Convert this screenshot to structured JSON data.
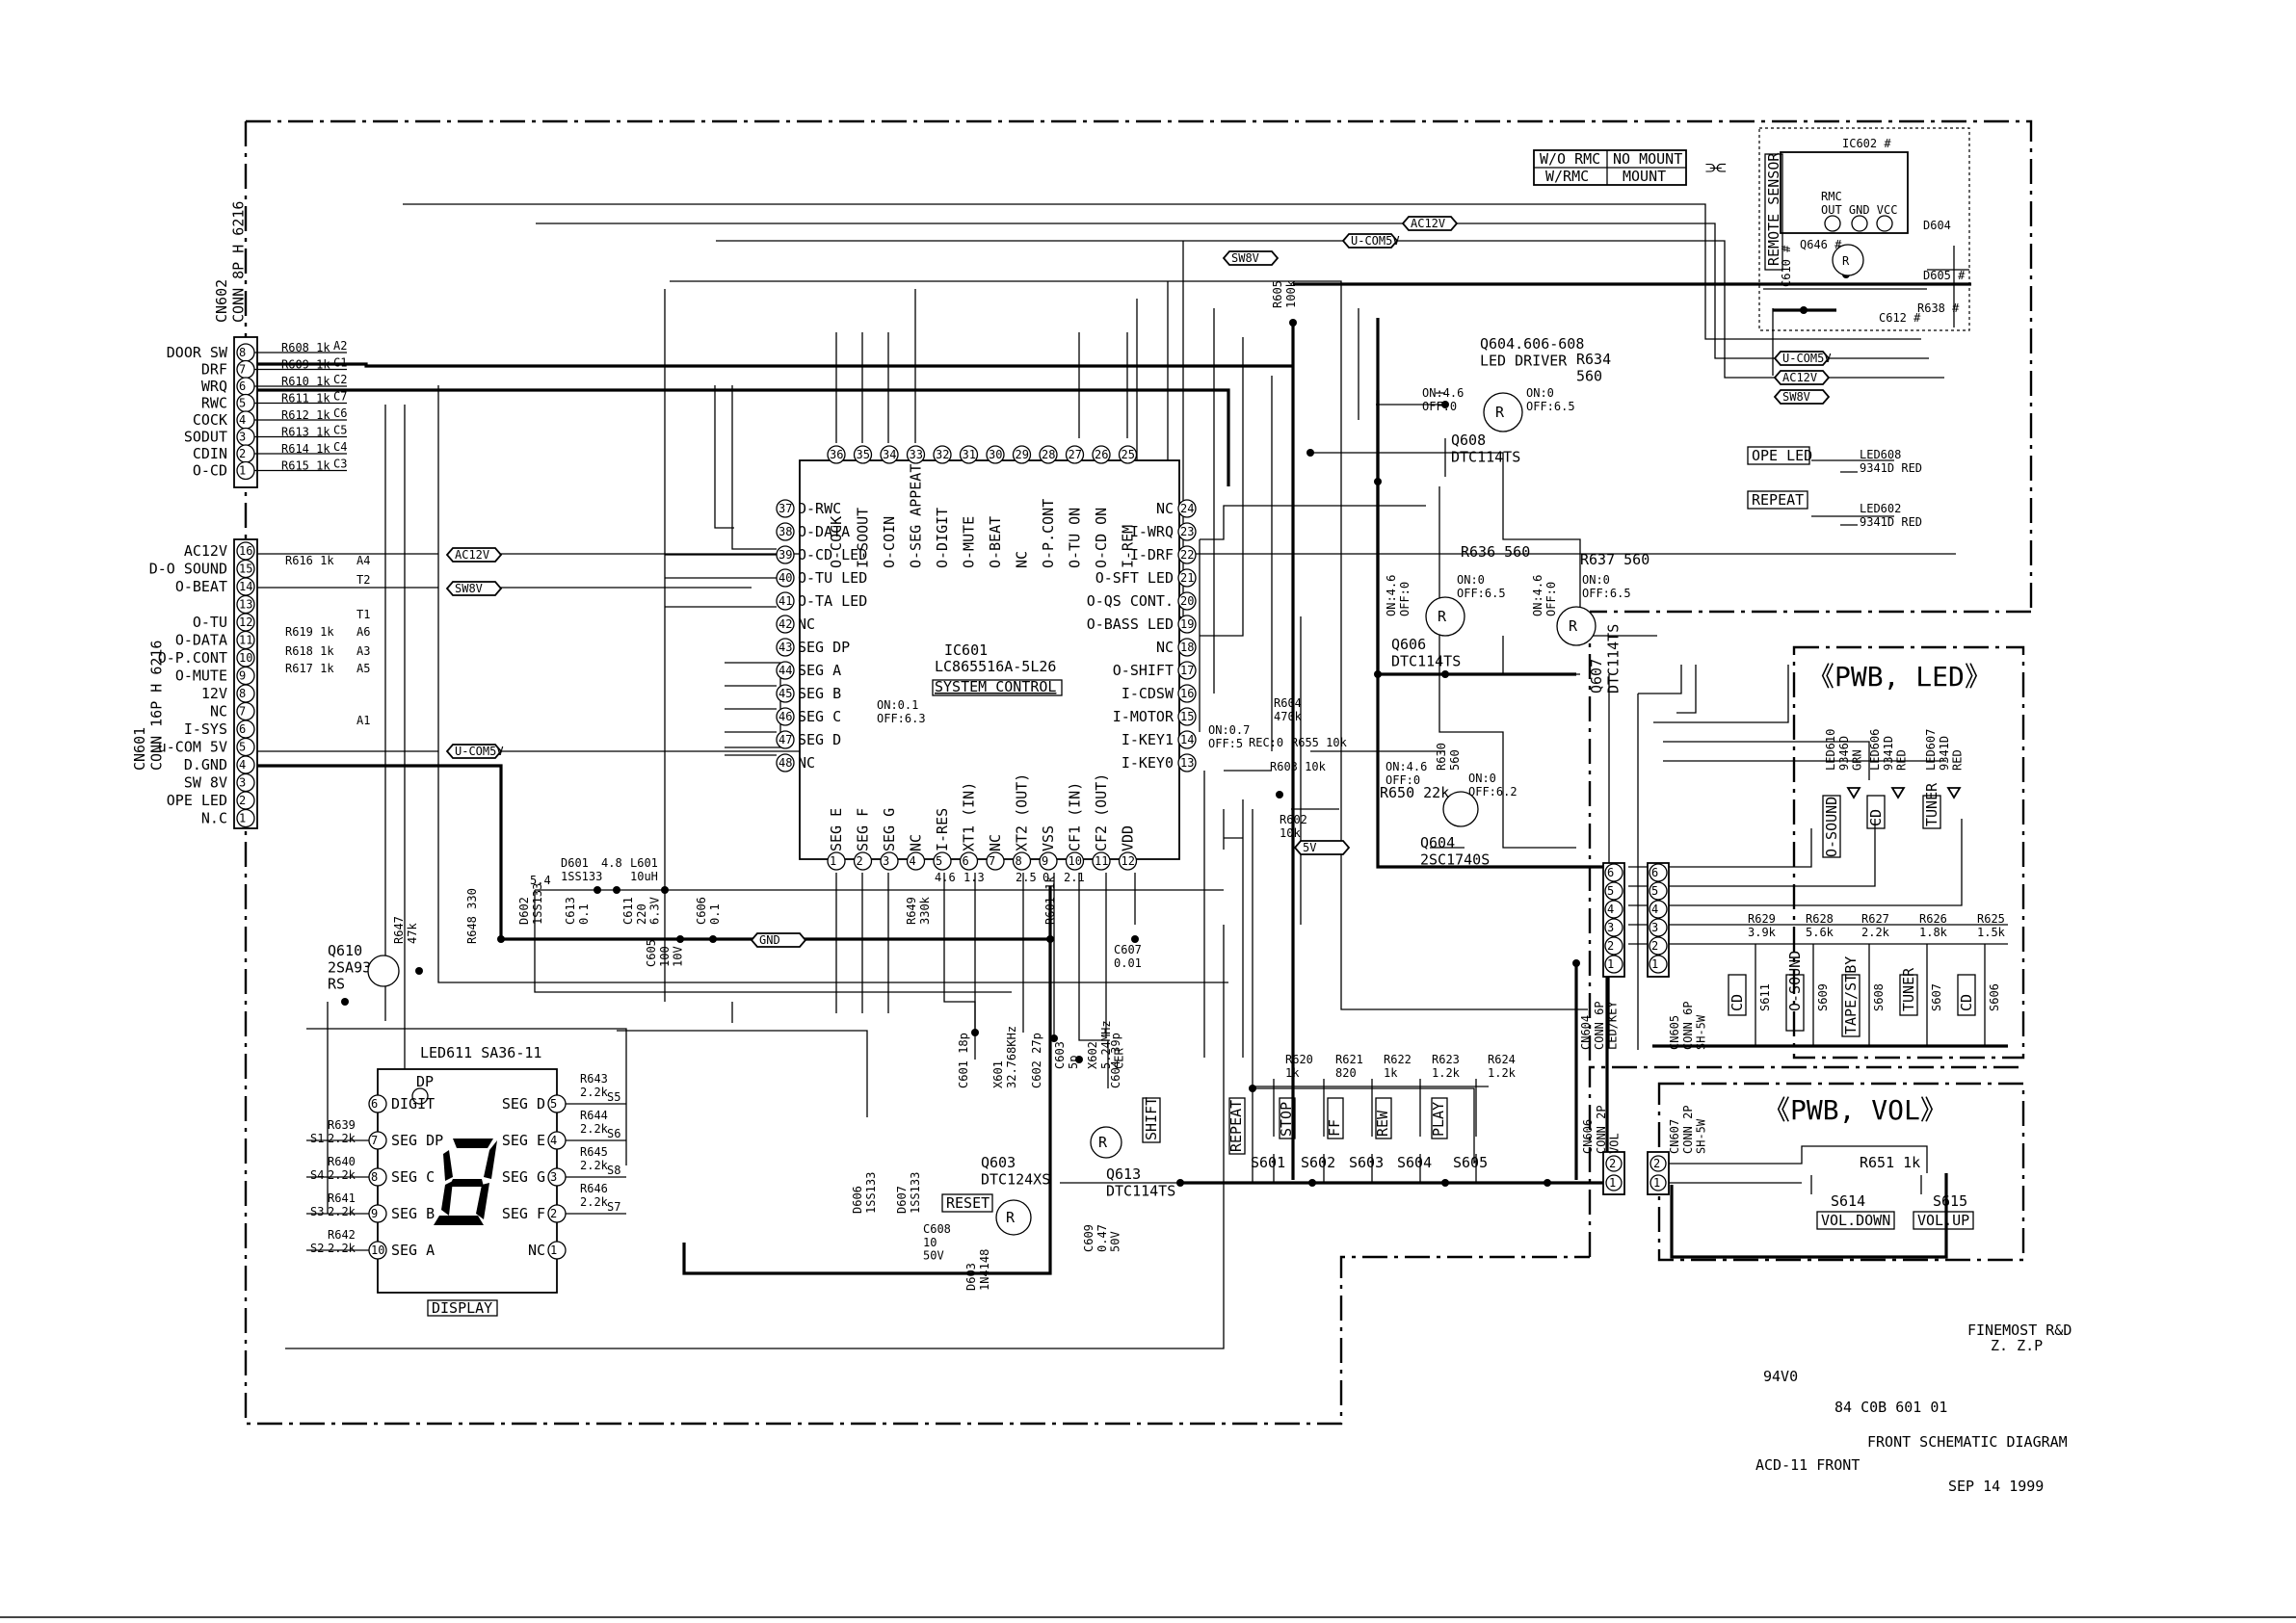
{
  "ic": {
    "ref": "IC601",
    "part": "LC865516A-5L26",
    "title": "SYSTEM CONTROL",
    "pins_left": [
      "D-RWC",
      "O-DATA",
      "O-CD LED",
      "O-TU LED",
      "O-TA LED",
      "NC",
      "SEG DP",
      "SEG A",
      "SEG B",
      "SEG C",
      "SEG D",
      "NC"
    ],
    "pins_left_nums": [
      "37",
      "38",
      "39",
      "40",
      "41",
      "42",
      "43",
      "44",
      "45",
      "46",
      "47",
      "48"
    ],
    "pins_top": [
      "O-COCK",
      "I-SOOUT",
      "O-COIN",
      "O-SEG APPEAT",
      "O-DIGIT",
      "O-MUTE",
      "O-BEAT",
      "NC",
      "O-P.CONT",
      "O-TU ON",
      "O-CD ON",
      "I-REM"
    ],
    "pins_top_nums": [
      "36",
      "35",
      "34",
      "33",
      "32",
      "31",
      "30",
      "29",
      "28",
      "27",
      "26",
      "25"
    ],
    "pins_right": [
      "NC",
      "I-WRQ",
      "I-DRF",
      "O-SFT LED",
      "O-QS CONT.",
      "O-BASS LED",
      "NC",
      "O-SHIFT",
      "I-CDSW",
      "I-MOTOR",
      "I-KEY1",
      "I-KEY0"
    ],
    "pins_right_nums": [
      "24",
      "23",
      "22",
      "21",
      "20",
      "19",
      "18",
      "17",
      "16",
      "15",
      "14",
      "13"
    ],
    "pins_bottom": [
      "SEG E",
      "SEG F",
      "SEG G",
      "NC",
      "I-RES",
      "XT1 (IN)",
      "NC",
      "XT2 (OUT)",
      "VSS",
      "CF1 (IN)",
      "CF2 (OUT)",
      "VDD"
    ],
    "pins_bottom_nums": [
      "1",
      "2",
      "3",
      "4",
      "5",
      "6",
      "7",
      "8",
      "9",
      "10",
      "11",
      "12"
    ],
    "note": "ON:0.1\nOFF:6.3"
  },
  "cn602": {
    "title": "CN602\nCONN 8P H 6216",
    "labels": [
      "DOOR SW",
      "DRF",
      "WRQ",
      "RWC",
      "COCK",
      "SODUT",
      "CDIN",
      "O-CD"
    ],
    "nums": [
      "8",
      "7",
      "6",
      "5",
      "4",
      "3",
      "2",
      "1"
    ],
    "resistors": [
      "R608 1k",
      "R609 1k",
      "R610 1k",
      "R611 1k",
      "R612 1k",
      "R613 1k",
      "R614 1k",
      "R615 1k"
    ],
    "nets": [
      "A2",
      "C1",
      "C2",
      "C7",
      "C6",
      "C5",
      "C4",
      "C3"
    ]
  },
  "cn601": {
    "title": "CN601\nCONN 16P H 6216",
    "labels": [
      "AC12V",
      "D-O SOUND",
      "O-BEAT",
      "",
      "O-TU",
      "O-DATA",
      "O-P.CONT",
      "O-MUTE",
      "12V",
      "NC",
      "I-SYS",
      "u-COM 5V",
      "D.GND",
      "SW 8V",
      "OPE LED",
      "N.C"
    ],
    "nums": [
      "16",
      "15",
      "14",
      "13",
      "12",
      "11",
      "10",
      "9",
      "8",
      "7",
      "6",
      "5",
      "4",
      "3",
      "2",
      "1"
    ],
    "resistors": [
      "R616 1k",
      "R619 1k",
      "R618 1k",
      "R617 1k"
    ],
    "nets": [
      "A4",
      "T2",
      "T1",
      "A6",
      "A3",
      "A5",
      "A1"
    ]
  },
  "wire_tags": [
    "AC12V",
    "U-COM5V",
    "SW8V",
    "AC12V",
    "SW8V",
    "U-COM5V",
    "GND",
    "5V",
    "U-COM5V",
    "AC12V",
    "SW8V"
  ],
  "ic602": {
    "ref": "IC602 #",
    "pins": "RMC\nOUT  GND VCC",
    "side": "REMOTE SENSOR",
    "parts": [
      "Q646 #",
      "C610 #",
      "D604",
      "D605 #",
      "C612 #",
      "R638 #",
      "R"
    ]
  },
  "mount_table": {
    "rows": [
      [
        "W/O RMC",
        "NO MOUNT"
      ],
      [
        "W/RMC",
        "MOUNT"
      ]
    ],
    "arrow": "⫘"
  },
  "led_driver": {
    "title": "Q604.606-608\nLED DRIVER",
    "r634": "R634\n560",
    "q608": "Q608\nDTC114TS",
    "q608_note": "ON:4.6\nOFF:0",
    "q608_note2": "ON:0\nOFF:6.5",
    "q606": "Q606\nDTC114TS",
    "q607": "Q607\nDTC114TS",
    "r636": "R636 560",
    "r637": "R637 560",
    "n606": "ON:4.6\nOFF:0",
    "n606b": "ON:0\nOFF:6.5",
    "n607": "ON:4.6\nOFF:0",
    "n607b": "ON:0\nOFF:6.5",
    "q604": "Q604\n2SC1740S",
    "r630": "R630\n560",
    "r650": "R650 22k",
    "n604": "ON:4.6\nOFF:0",
    "n604b": "ON:0\nOFF:6.2",
    "ope_led": "OPE LED",
    "repeat": "REPEAT",
    "led608": "LED608\n9341D RED",
    "led602": "LED602\n9341D RED"
  },
  "misc_labels": {
    "r604": "R604\n470k",
    "r655": "R655 10k",
    "r603": "R603 10k",
    "r602": "R602\n10k",
    "r605": "R605\n100k",
    "on_off": "ON:0.7\nOFF:5",
    "rec": "REC:0",
    "d601": "D601\n1SS133",
    "l601": "L601\n10uH",
    "d602": "D602\n1SS133",
    "c613": "C613\n0.1",
    "c611": "C611\n220\n6.3V",
    "c606": "C606\n0.1",
    "c605": "C605\n100\n10V",
    "r649": "R649\n330k",
    "r601": "R601 1k",
    "c607": "C607\n0.01",
    "q610": "Q610\n2SA933S\nRS",
    "r647": "R647\n47k",
    "r648": "R648 330",
    "c601": "C601 18p",
    "x601": "X601\n32.768KHz",
    "c602": "C602 27p",
    "c603": "C603\n5p",
    "x602": "X602\n5.24MHz\nCER",
    "c604": "C604 39p",
    "q603": "Q603\nDTC124XS",
    "q613": "Q613\nDTC114TS",
    "reset": "RESET",
    "shift": "SHIFT",
    "c608": "C608\n10\n50V",
    "d603": "D603\n1N4148",
    "c609": "C609\n0.47\n50V",
    "d606": "D606\n1SS133",
    "d607": "D607\n1SS133",
    "v54": "5.4",
    "v48": "4.8",
    "v46": "4.6",
    "v0": "0",
    "v13": "1.3",
    "v25": "2.5",
    "v21": "2.1"
  },
  "display": {
    "ref": "LED611 SA36-11",
    "dp": "DP",
    "left": [
      "DIGIT",
      "SEG DP",
      "SEG C",
      "SEG B",
      "SEG A"
    ],
    "left_nums": [
      "6",
      "7",
      "8",
      "9",
      "10"
    ],
    "right": [
      "SEG D",
      "SEG E",
      "SEG G",
      "SEG F",
      "NC"
    ],
    "right_nums": [
      "5",
      "4",
      "3",
      "2",
      "1"
    ],
    "title": "DISPLAY",
    "res_left": [
      "R639\n2.2k",
      "R640\n2.2k",
      "R641\n2.2k",
      "R642\n2.2k"
    ],
    "res_right": [
      "R643\n2.2k",
      "R644\n2.2k",
      "R645\n2.2k",
      "R646\n2.2k"
    ],
    "s_left": [
      "S1",
      "S4",
      "S3",
      "S2"
    ],
    "s_right": [
      "S5",
      "S6",
      "S8",
      "S7"
    ]
  },
  "keys": {
    "res": [
      "R620\n1k",
      "R621\n820",
      "R622\n1k",
      "R623\n1.2k",
      "R624\n1.2k"
    ],
    "labels": [
      "REPEAT",
      "STOP",
      "FF",
      "REW",
      "PLAY"
    ],
    "sw": [
      "S601",
      "S602",
      "S603",
      "S604",
      "S605"
    ]
  },
  "pwb_led": {
    "title": "《PWB, LED》",
    "leds": [
      "LED610\n9346D\nGRN",
      "LED606\n9341D\nRED",
      "LED607\n9341D\nRED"
    ],
    "labels": [
      "O-SOUND",
      "CD",
      "TUNER"
    ],
    "cn604": "CN604\nCONN 6P\nLED/KEY",
    "cn605": "CN605\nCONN 6P\nSH-5W",
    "res": [
      "R629\n3.9k",
      "R628\n5.6k",
      "R627\n2.2k",
      "R626\n1.8k",
      "R625\n1.5k"
    ],
    "keys": [
      "CD",
      "O-SOUND",
      "TAPE/STBY",
      "TUNER",
      "CD"
    ],
    "sw": [
      "S611",
      "S609",
      "S608",
      "S607",
      "S606"
    ],
    "pins": [
      "6",
      "5",
      "4",
      "3",
      "2",
      "1"
    ]
  },
  "pwb_vol": {
    "title": "《PWB, VOL》",
    "cn606": "CN606\nCONN 2P\nVOL",
    "cn607": "CN607\nCONN 2P\nSH-5W",
    "r651": "R651 1k",
    "s614": "S614",
    "s615": "S615",
    "down": "VOL.DOWN",
    "up": "VOL.UP"
  },
  "titleblock": {
    "finemost": "FINEMOST R&D",
    "author": "Z. Z.P",
    "rating": "94V0",
    "code": "84   C0B   601   01",
    "title": "FRONT SCHEMATIC DIAGRAM",
    "model": "ACD-11 FRONT",
    "date": "SEP  14  1999"
  }
}
